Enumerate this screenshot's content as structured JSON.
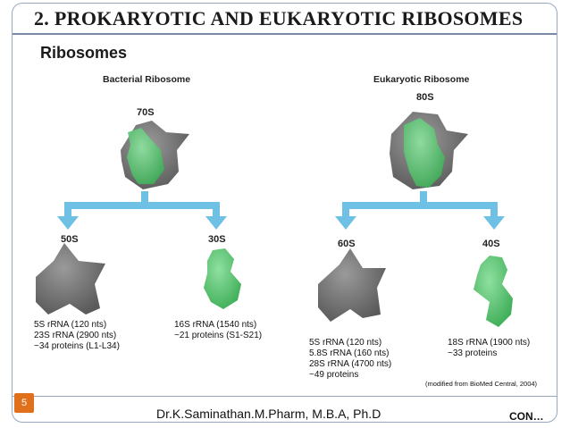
{
  "slide": {
    "title": "2. PROKARYOTIC AND EUKARYOTIC RIBOSOMES",
    "subtitle": "Ribosomes",
    "number": "5",
    "footer": "Dr.K.Saminathan.M.Pharm, M.B.A, Ph.D",
    "continued": "CON…"
  },
  "bacterial": {
    "heading": "Bacterial Ribosome",
    "whole": "70S",
    "large": {
      "label": "50S",
      "lines": [
        "5S rRNA (120 nts)",
        "23S rRNA (2900 nts)",
        "~34 proteins (L1-L34)"
      ]
    },
    "small": {
      "label": "30S",
      "lines": [
        "16S rRNA (1540 nts)",
        "~21 proteins (S1-S21)"
      ]
    }
  },
  "eukaryotic": {
    "heading": "Eukaryotic Ribosome",
    "whole": "80S",
    "large": {
      "label": "60S",
      "lines": [
        "5S rRNA (120 nts)",
        "5.8S rRNA (160 nts)",
        "28S rRNA (4700 nts)",
        "~49 proteins"
      ]
    },
    "small": {
      "label": "40S",
      "lines": [
        "18S rRNA (1900 nts)",
        "~33 proteins"
      ]
    }
  },
  "credit": "(modified from BioMed Central, 2004)",
  "colors": {
    "large_subunit": "#6f6f6f",
    "small_subunit": "#4fbf6a",
    "arrow": "#6ec1e4",
    "slide_number_bg": "#e1701c"
  }
}
